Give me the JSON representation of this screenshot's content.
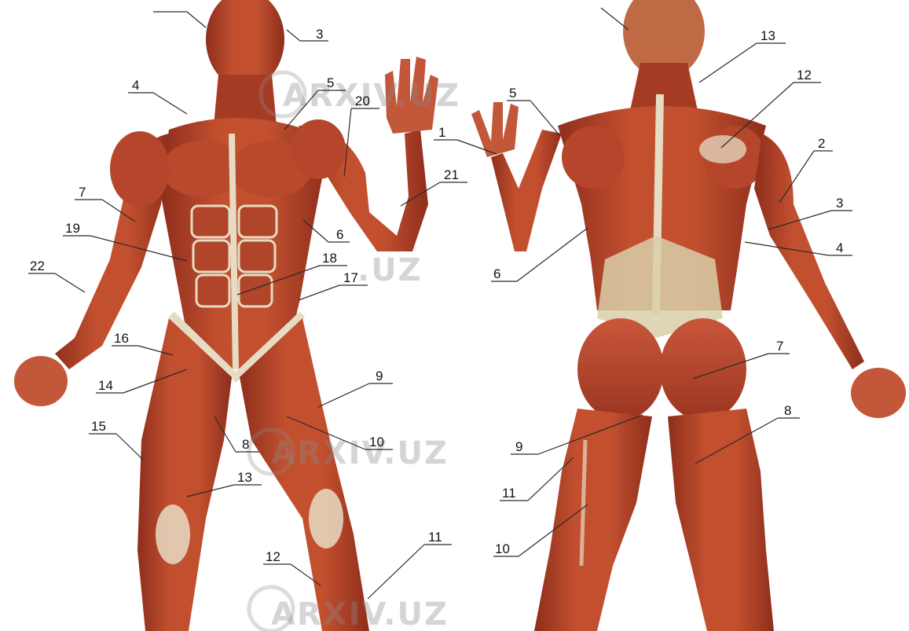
{
  "figures": {
    "front": {
      "labels": [
        {
          "id": "front-3",
          "text": "3"
        },
        {
          "id": "front-4",
          "text": "4"
        },
        {
          "id": "front-5",
          "text": "5"
        },
        {
          "id": "front-20",
          "text": "20"
        },
        {
          "id": "front-21",
          "text": "21"
        },
        {
          "id": "front-7",
          "text": "7"
        },
        {
          "id": "front-19",
          "text": "19"
        },
        {
          "id": "front-6",
          "text": "6"
        },
        {
          "id": "front-18",
          "text": "18"
        },
        {
          "id": "front-17",
          "text": "17"
        },
        {
          "id": "front-22",
          "text": "22"
        },
        {
          "id": "front-16",
          "text": "16"
        },
        {
          "id": "front-14",
          "text": "14"
        },
        {
          "id": "front-9",
          "text": "9"
        },
        {
          "id": "front-15",
          "text": "15"
        },
        {
          "id": "front-8",
          "text": "8"
        },
        {
          "id": "front-10",
          "text": "10"
        },
        {
          "id": "front-13",
          "text": "13"
        },
        {
          "id": "front-12",
          "text": "12"
        },
        {
          "id": "front-11",
          "text": "11"
        }
      ]
    },
    "back": {
      "labels": [
        {
          "id": "back-13",
          "text": "13"
        },
        {
          "id": "back-12",
          "text": "12"
        },
        {
          "id": "back-5",
          "text": "5"
        },
        {
          "id": "back-1",
          "text": "1"
        },
        {
          "id": "back-2",
          "text": "2"
        },
        {
          "id": "back-3",
          "text": "3"
        },
        {
          "id": "back-4",
          "text": "4"
        },
        {
          "id": "back-6",
          "text": "6"
        },
        {
          "id": "back-7",
          "text": "7"
        },
        {
          "id": "back-8",
          "text": "8"
        },
        {
          "id": "back-9",
          "text": "9"
        },
        {
          "id": "back-11",
          "text": "11"
        },
        {
          "id": "back-10",
          "text": "10"
        }
      ]
    }
  },
  "watermark": {
    "text_full": "ARXIV.UZ",
    "text_partial": ".UZ"
  },
  "colors": {
    "muscle": "#b8442a",
    "muscle_dark": "#8e2e1c",
    "muscle_light": "#d8714f",
    "tendon": "#e6dcc4",
    "background": "#ffffff"
  }
}
